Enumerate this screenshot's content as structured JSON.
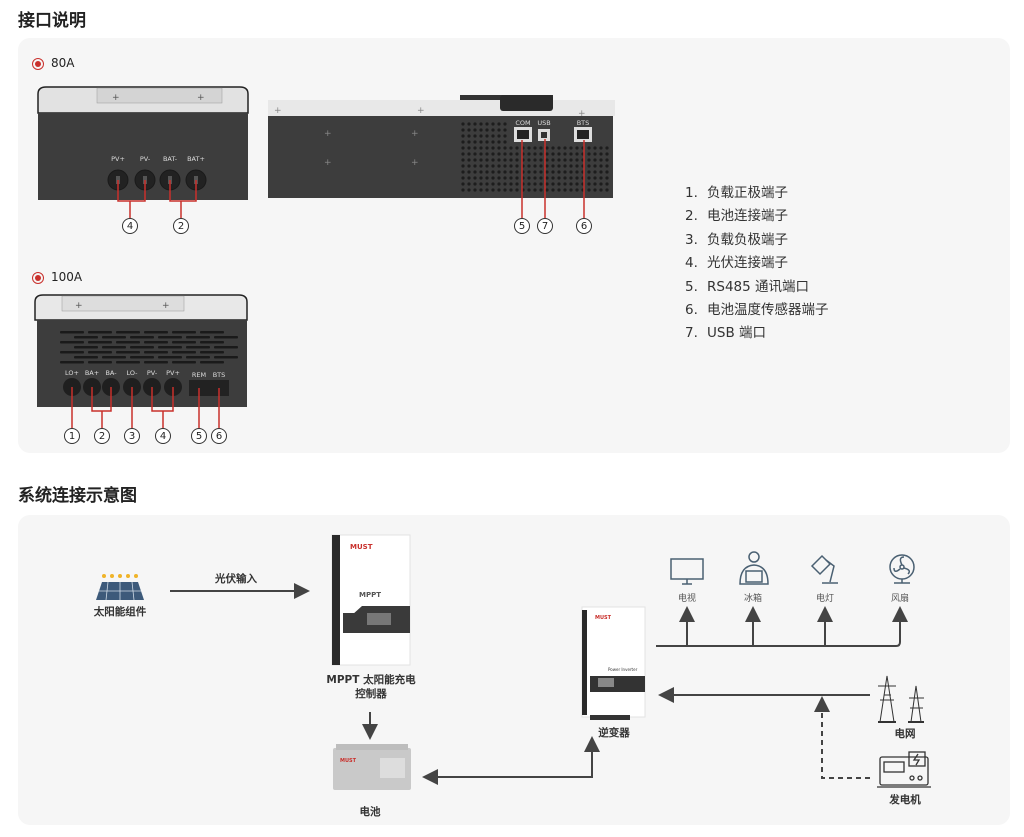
{
  "section1": {
    "title": "接口说明",
    "models": [
      {
        "label": "80A",
        "side_ports": [
          "PV+",
          "PV-",
          "BAT-",
          "BAT+"
        ],
        "side_callouts": [
          "4",
          "2"
        ],
        "rear_ports": [
          "COM",
          "USB",
          "BTS"
        ],
        "rear_callouts": [
          "5",
          "7",
          "6"
        ]
      },
      {
        "label": "100A",
        "ports": [
          "LO+",
          "BA+",
          "BA-",
          "LO-",
          "PV-",
          "PV+",
          "REM",
          "BTS"
        ],
        "callouts": [
          "1",
          "2",
          "3",
          "4",
          "5",
          "6"
        ]
      }
    ],
    "terminals": [
      {
        "num": "1.",
        "label": "负载正极端子"
      },
      {
        "num": "2.",
        "label": "电池连接端子"
      },
      {
        "num": "3.",
        "label": "负载负极端子"
      },
      {
        "num": "4.",
        "label": "光伏连接端子"
      },
      {
        "num": "5.",
        "label": "RS485 通讯端口"
      },
      {
        "num": "6.",
        "label": "电池温度传感器端子"
      },
      {
        "num": "7.",
        "label": "USB 端口"
      }
    ]
  },
  "section2": {
    "title": "系统连接示意图",
    "solar": "太阳能组件",
    "pv_input": "光伏输入",
    "mppt_line1": "MPPT 太阳能充电",
    "mppt_line2": "控制器",
    "battery": "电池",
    "inverter": "逆变器",
    "brand": "MUST",
    "mppt_badge": "MPPT",
    "inverter_badge": "Power Inverter",
    "loads": [
      "电视",
      "冰箱",
      "电灯",
      "风扇"
    ],
    "grid": "电网",
    "generator": "发电机"
  },
  "colors": {
    "accent": "#c9302c",
    "panel": "#f6f6f6",
    "device_dark": "#3c3c3c",
    "line": "#444444"
  }
}
